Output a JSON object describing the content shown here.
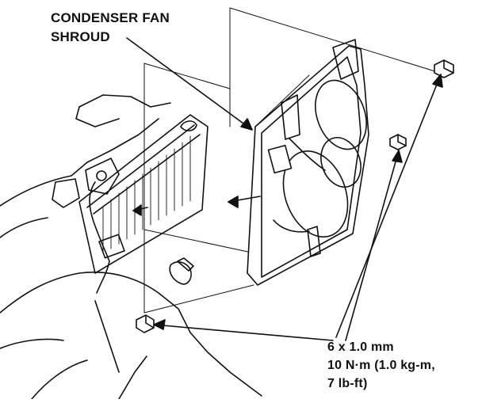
{
  "callout": {
    "title_line_1": "CONDENSER FAN",
    "title_line_2": "SHROUD"
  },
  "fastener_spec": {
    "line_1": "6 x 1.0 mm",
    "line_2": "10 N·m (1.0 kg-m,",
    "line_3": "7 lb-ft)"
  }
}
